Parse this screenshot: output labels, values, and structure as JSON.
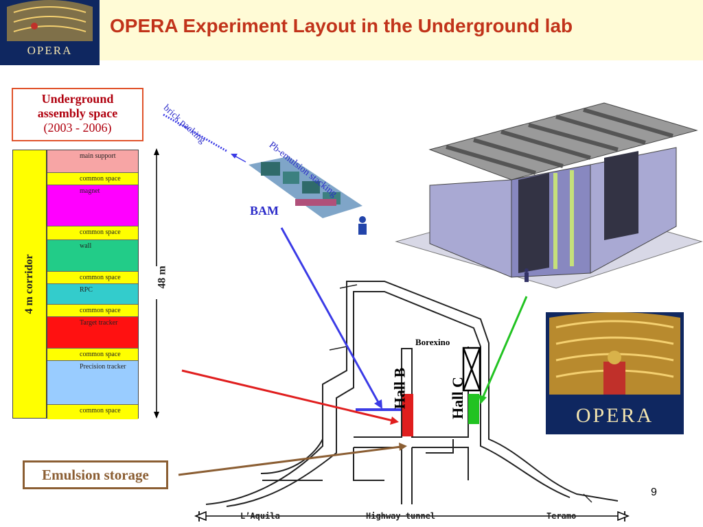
{
  "slide": {
    "title": "OPERA Experiment Layout in the Underground lab",
    "page_number": "9"
  },
  "logo": {
    "text": "OPERA"
  },
  "assembly_box": {
    "title_line1": "Underground",
    "title_line2": "assembly space",
    "years": "(2003 - 2006)"
  },
  "corridor": {
    "label": "4 m corridor"
  },
  "layers": [
    {
      "label": "main support",
      "color": "#f7a5a5"
    },
    {
      "label": "common space",
      "color": "#ffff00"
    },
    {
      "label": "magnet",
      "color": "#ff00ff"
    },
    {
      "label": "common space",
      "color": "#ffff00"
    },
    {
      "label": "wall",
      "color": "#22cc88"
    },
    {
      "label": "common space",
      "color": "#ffff00"
    },
    {
      "label": "RPC",
      "color": "#33cccc"
    },
    {
      "label": "common space",
      "color": "#ffff00"
    },
    {
      "label": "Target tracker",
      "color": "#ff1111"
    },
    {
      "label": "common space",
      "color": "#ffff00"
    },
    {
      "label": "Precision tracker",
      "color": "#99ccff"
    },
    {
      "label": "common space",
      "color": "#ffff00"
    }
  ],
  "dimension": {
    "label": "48 m"
  },
  "annotations": {
    "brick_packing": "brick packing",
    "pb_emulsion": "Pb-emulsion stacking",
    "bam": "BAM",
    "borexino": "Borexino",
    "hall_b": "Hall B",
    "hall_c": "Hall C",
    "emulsion_storage": "Emulsion storage"
  },
  "tunnel": {
    "left": "L’Aquila",
    "center": "Highway tunnel",
    "right": "Teramo"
  },
  "colors": {
    "title": "#c1331a",
    "header_band": "#fffbd6",
    "arrow_blue": "#3b3be6",
    "arrow_green": "#22c322",
    "arrow_red": "#e01e1e",
    "arrow_brown": "#8b5e33",
    "logo_bg": "#0f2760"
  }
}
